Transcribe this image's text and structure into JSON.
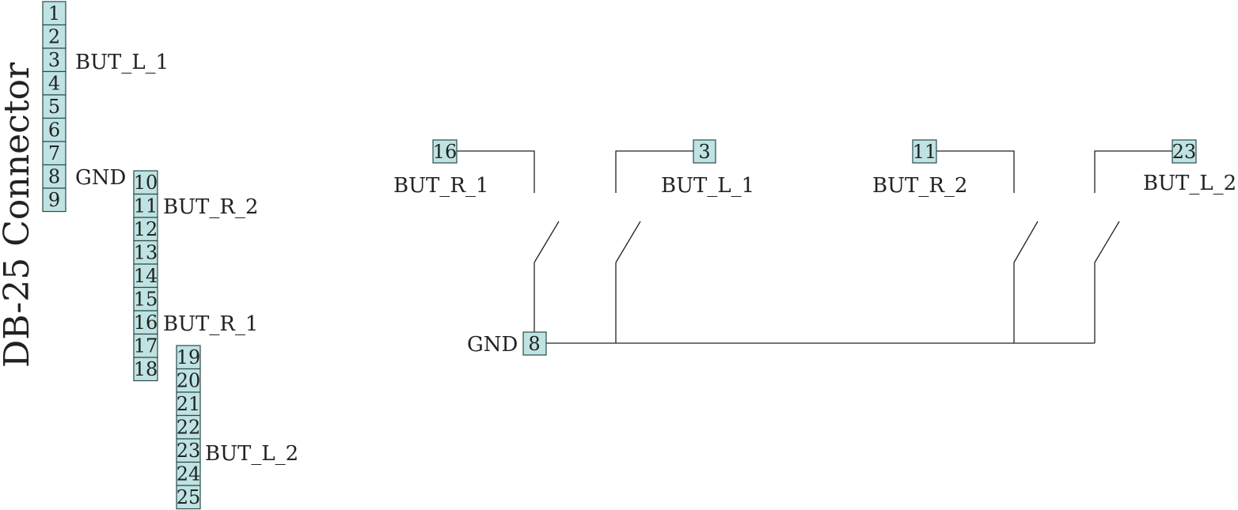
{
  "connector": {
    "title": "DB-25 Connector",
    "columns": [
      {
        "pins": [
          "1",
          "2",
          "3",
          "4",
          "5",
          "6",
          "7",
          "8",
          "9"
        ]
      },
      {
        "pins": [
          "10",
          "11",
          "12",
          "13",
          "14",
          "15",
          "16",
          "17",
          "18"
        ]
      },
      {
        "pins": [
          "19",
          "20",
          "21",
          "22",
          "23",
          "24",
          "25"
        ]
      }
    ],
    "pin_labels": [
      {
        "pin": "3",
        "label": "BUT_L_1"
      },
      {
        "pin": "8",
        "label": "GND"
      },
      {
        "pin": "11",
        "label": "BUT_R_2"
      },
      {
        "pin": "16",
        "label": "BUT_R_1"
      },
      {
        "pin": "23",
        "label": "BUT_L_2"
      }
    ]
  },
  "schematic": {
    "ground": {
      "pin": "8",
      "label": "GND"
    },
    "switches": [
      {
        "pin": "16",
        "label": "BUT_R_1"
      },
      {
        "pin": "3",
        "label": "BUT_L_1"
      },
      {
        "pin": "11",
        "label": "BUT_R_2"
      },
      {
        "pin": "23",
        "label": "BUT_L_2"
      }
    ]
  }
}
